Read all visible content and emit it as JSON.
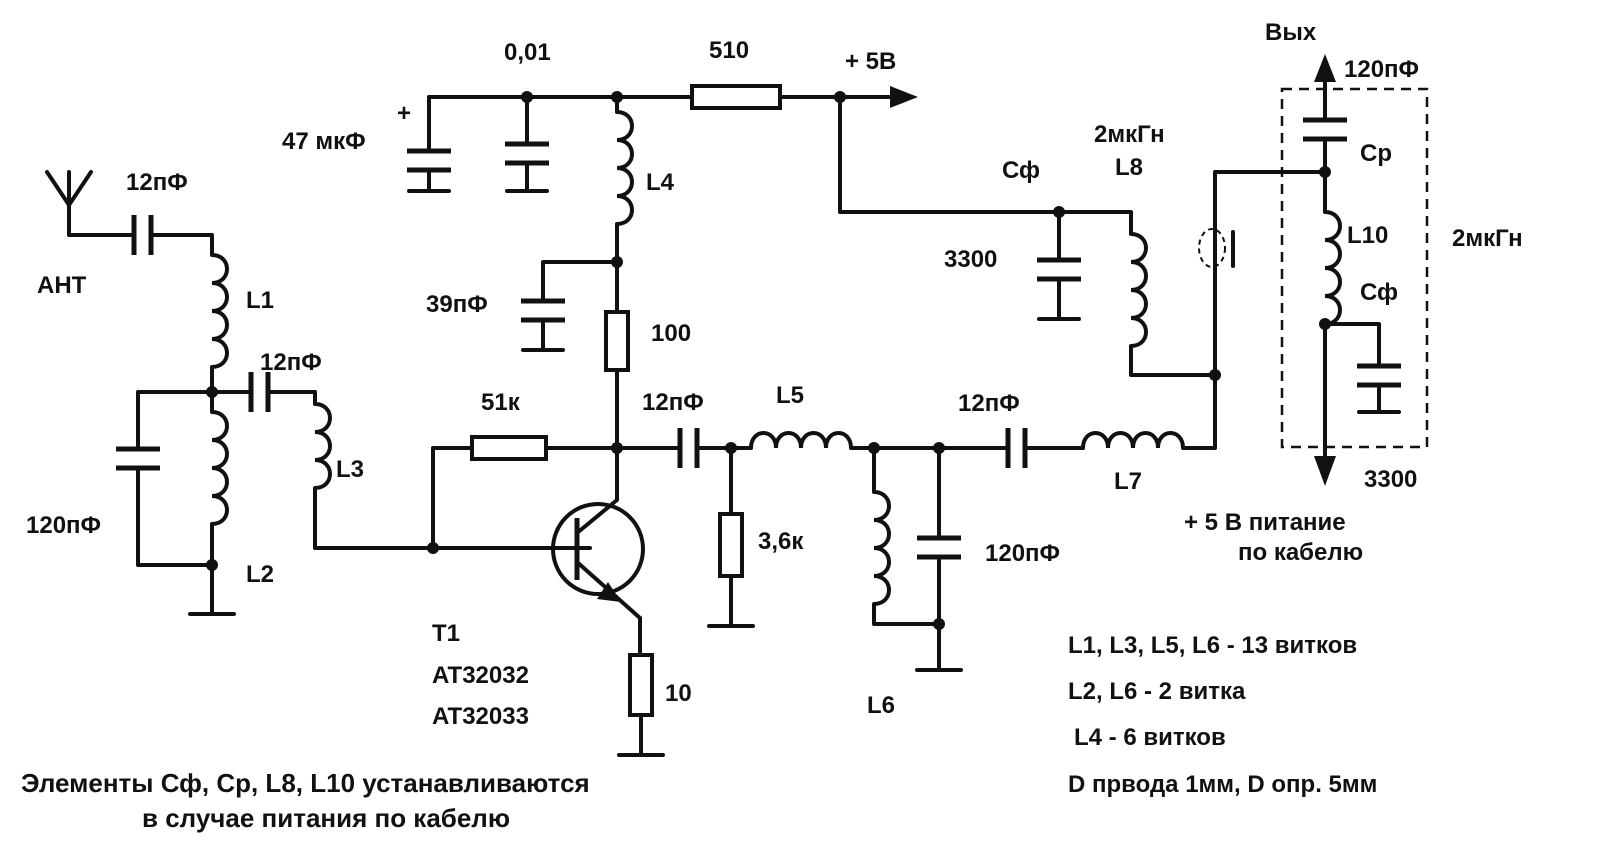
{
  "labels": {
    "ant": "АНТ",
    "c_ant": "12пФ",
    "l1": "L1",
    "c_l1_l3": "12пФ",
    "l2": "L2",
    "c_in": "120пФ",
    "l3": "L3",
    "c_47": "47 мкФ",
    "plus": "+",
    "c_001": "0,01",
    "r_510": "510",
    "supply": "+ 5В",
    "l4": "L4",
    "c_39": "39пФ",
    "r_100": "100",
    "r_51k": "51к",
    "c_12_out": "12пФ",
    "t1": "T1",
    "t1_type1": "AT32032",
    "t1_type2": "AT32033",
    "r_10": "10",
    "r_36k": "3,6к",
    "l5": "L5",
    "l6_side": "L6",
    "c_120_mid": "120пФ",
    "c_12_mid": "12пФ",
    "l7": "L7",
    "cf_left": "Сф",
    "l8_value": "2мкГн",
    "l8": "L8",
    "c_3300_left": "3300",
    "out": "Вых",
    "c_120_out": "120пФ",
    "cp": "Ср",
    "l10": "L10",
    "l10_value": "2мкГн",
    "cf_right": "Сф",
    "c_3300_right": "3300",
    "cable_power_1": "+ 5 В питание",
    "cable_power_2": "по кабелю"
  },
  "notes": [
    "L1, L3, L5, L6 - 13 витков",
    "L2, L6 - 2 витка",
    "L4 - 6 витков",
    "D првода 1мм, D опр. 5мм"
  ],
  "footer": [
    "Элементы Сф, Ср, L8, L10 устанавливаются",
    "в случае питания по кабелю"
  ]
}
